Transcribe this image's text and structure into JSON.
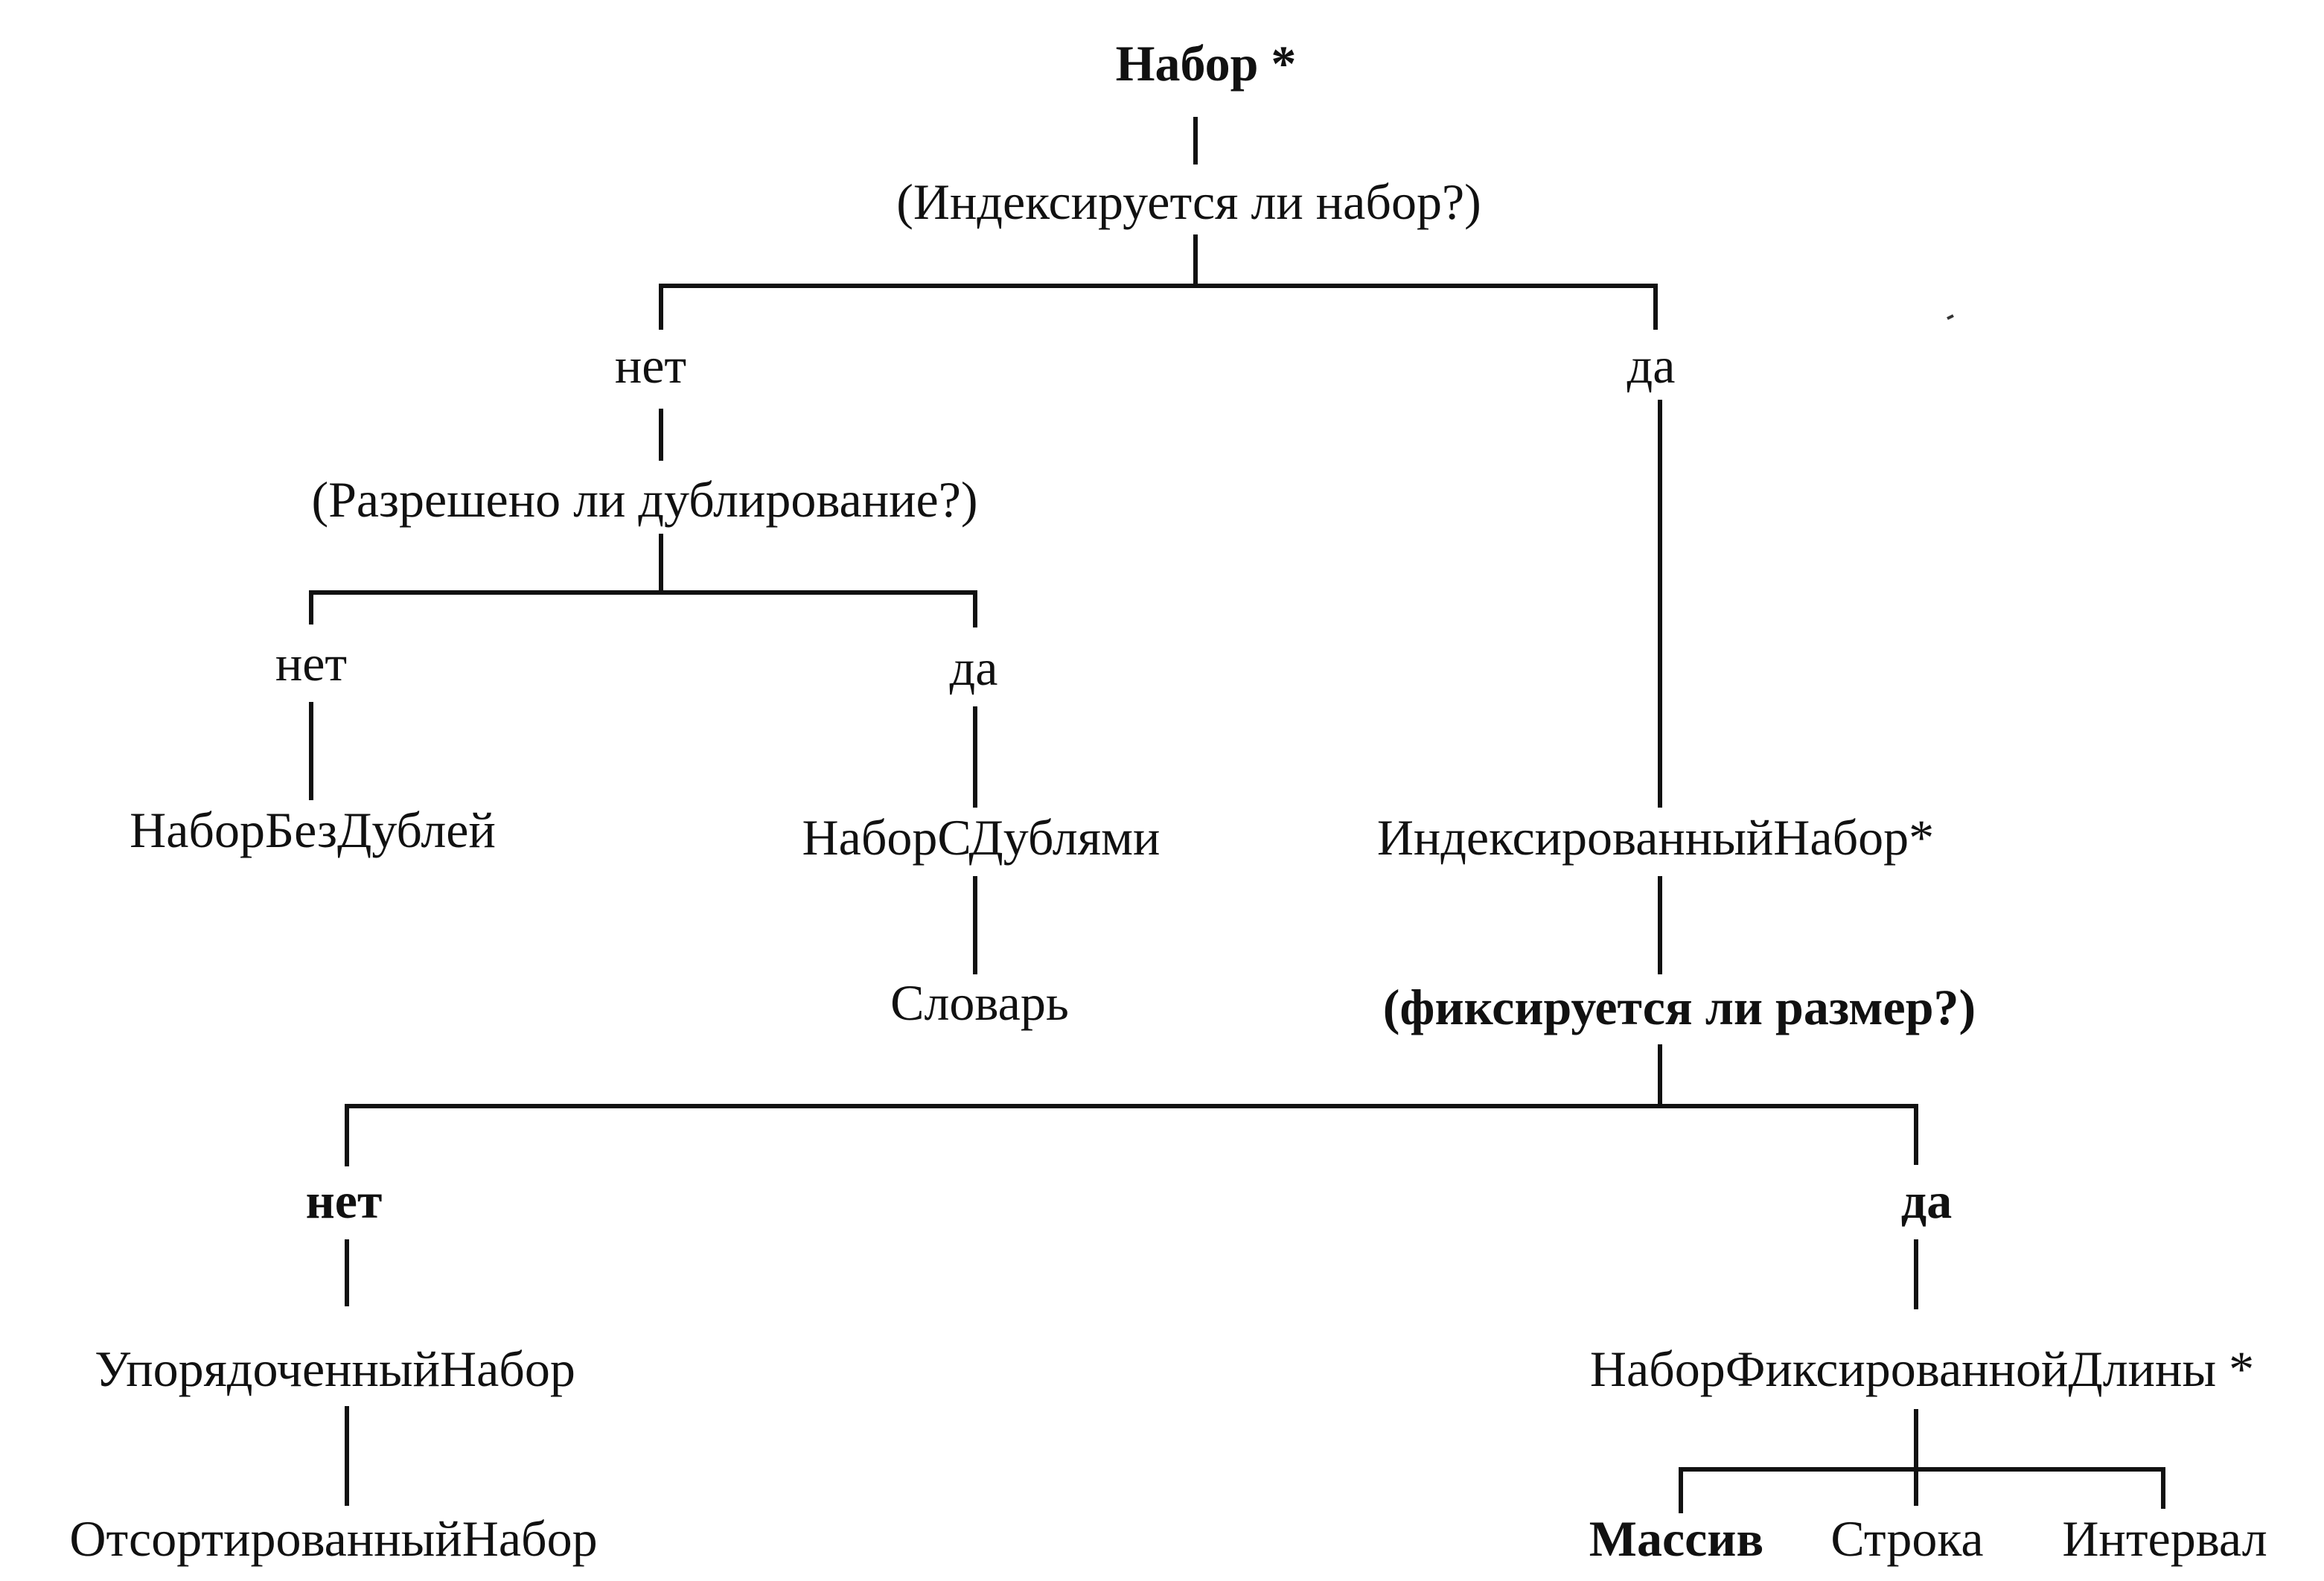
{
  "diagram": {
    "nodes": {
      "root": "Набор *",
      "q_indexed": "(Индексируется ли набор?)",
      "no_1": "нет",
      "yes_1": "да",
      "q_duplicates": "(Разрешено ли дублирование?)",
      "no_2": "нет",
      "yes_2": "да",
      "set_no_dups": "НаборБезДублей",
      "set_with_dups": "НаборСДублями",
      "dictionary": "Словарь",
      "indexed_set": "ИндексированныйНабор*",
      "q_fixed_size": "(фиксируется ли размер?)",
      "no_3": "нет",
      "yes_3": "да",
      "ordered_set": "УпорядоченныйНабор",
      "sorted_set": "ОтсортированныйНабор",
      "fixed_length_set": "НаборФиксированнойДлины *",
      "array": "Массив",
      "string": "Строка",
      "interval": "Интервал"
    }
  }
}
